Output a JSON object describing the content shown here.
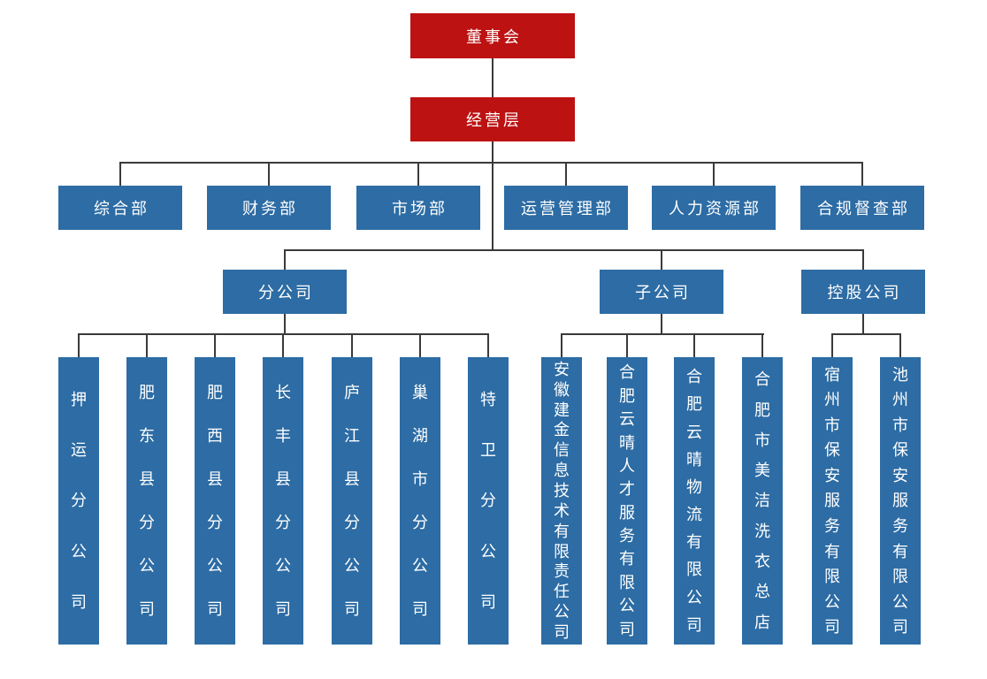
{
  "org": {
    "board": {
      "label": "董事会"
    },
    "management": {
      "label": "经营层"
    },
    "departments": [
      {
        "label": "综合部"
      },
      {
        "label": "财务部"
      },
      {
        "label": "市场部"
      },
      {
        "label": "运营管理部"
      },
      {
        "label": "人力资源部"
      },
      {
        "label": "合规督查部"
      }
    ],
    "groups": [
      {
        "label": "分公司",
        "children": [
          "押运分公司",
          "肥东县分公司",
          "肥西县分公司",
          "长丰县分公司",
          "庐江县分公司",
          "巢湖市分公司",
          "特卫分公司"
        ]
      },
      {
        "label": "子公司",
        "children": [
          "安徽建金信息技术有限责任公司",
          "合肥云晴人才服务有限公司",
          "合肥云晴物流有限公司",
          "合肥市美洁洗衣总店"
        ]
      },
      {
        "label": "控股公司",
        "children": [
          "宿州市保安服务有限公司",
          "池州市保安服务有限公司"
        ]
      }
    ],
    "colors": {
      "executive_box": "#bd1212",
      "unit_box": "#2d6ca4",
      "connector": "#3a3a3a",
      "text": "#ffffff",
      "background": "#ffffff"
    }
  }
}
